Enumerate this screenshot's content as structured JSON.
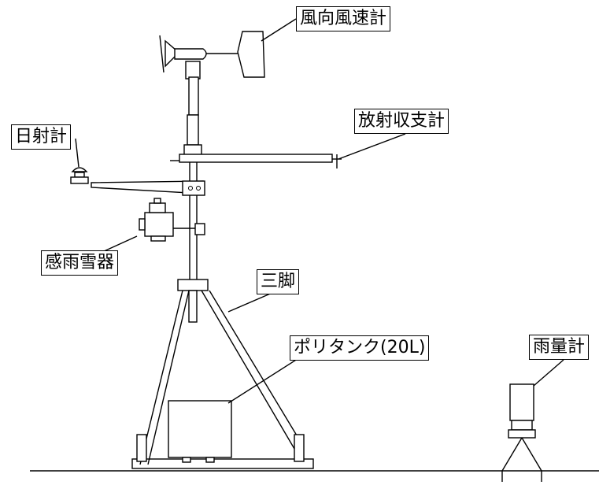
{
  "labels": {
    "anemometer": "風向風速計",
    "net_radiometer": "放射収支計",
    "pyranometer": "日射計",
    "precipitation_sensor": "感雨雪器",
    "tripod": "三脚",
    "poly_tank": "ポリタンク(20L)",
    "rain_gauge": "雨量計"
  }
}
